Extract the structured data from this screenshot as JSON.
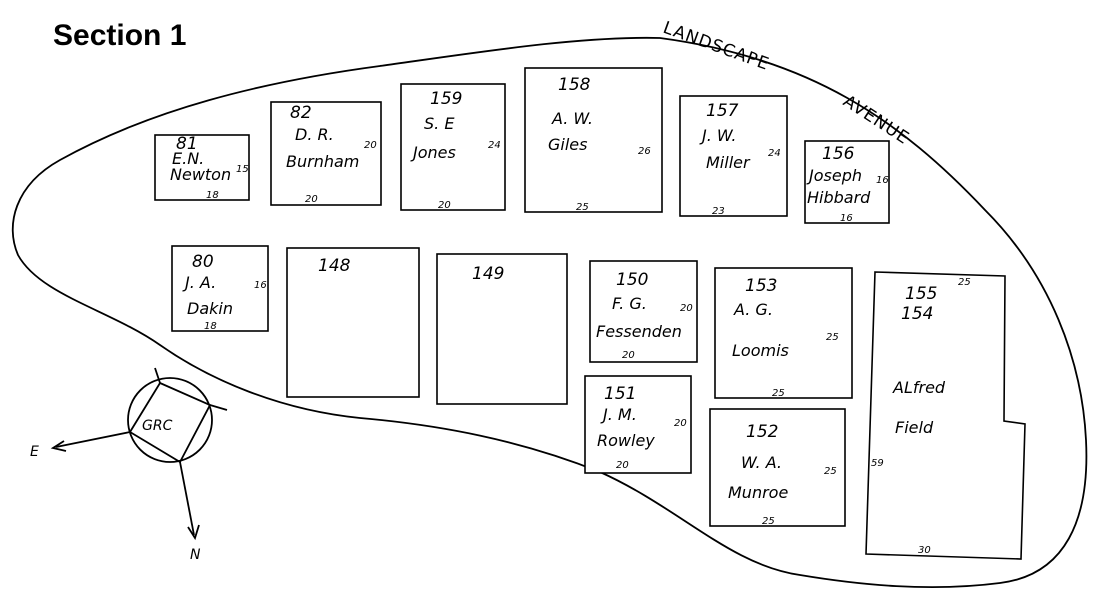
{
  "title": "Section 1",
  "road": {
    "word1": "LANDSCAPE",
    "word2": "AVENUE"
  },
  "lots": {
    "l81": {
      "number": "81",
      "owner1": "E.N.",
      "owner2": "Newton",
      "side": "15",
      "bottom": "18"
    },
    "l82": {
      "number": "82",
      "owner1": "D. R.",
      "owner2": "Burnham",
      "side": "20",
      "bottom": "20"
    },
    "l159": {
      "number": "159",
      "owner1": "S. E",
      "owner2": "Jones",
      "side": "24",
      "bottom": "20"
    },
    "l158": {
      "number": "158",
      "owner1": "A. W.",
      "owner2": "Giles",
      "side": "26",
      "bottom": "25"
    },
    "l157": {
      "number": "157",
      "owner1": "J. W.",
      "owner2": "Miller",
      "side": "24",
      "bottom": "23"
    },
    "l156": {
      "number": "156",
      "owner1": "Joseph",
      "owner2": "Hibbard",
      "side": "16",
      "bottom": "16"
    },
    "l80": {
      "number": "80",
      "owner1": "J. A.",
      "owner2": "Dakin",
      "side": "16",
      "bottom": "18"
    },
    "l148": {
      "number": "148"
    },
    "l149": {
      "number": "149"
    },
    "l150": {
      "number": "150",
      "owner1": "F. G.",
      "owner2": "Fessenden",
      "side": "20",
      "bottom": "20"
    },
    "l153": {
      "number": "153",
      "owner1": "A. G.",
      "owner2": "Loomis",
      "side": "25",
      "bottom": "25"
    },
    "l155": {
      "number1": "155",
      "number2": "154",
      "owner1": "ALfred",
      "owner2": "Field",
      "top": "25",
      "side": "59",
      "bottom": "30"
    },
    "l151": {
      "number": "151",
      "owner1": "J. M.",
      "owner2": "Rowley",
      "side": "20",
      "bottom": "20"
    },
    "l152": {
      "number": "152",
      "owner1": "W. A.",
      "owner2": "Munroe",
      "side": "25",
      "bottom": "25"
    }
  },
  "compass": {
    "monogram": "GRC",
    "east": "E",
    "north": "N"
  }
}
